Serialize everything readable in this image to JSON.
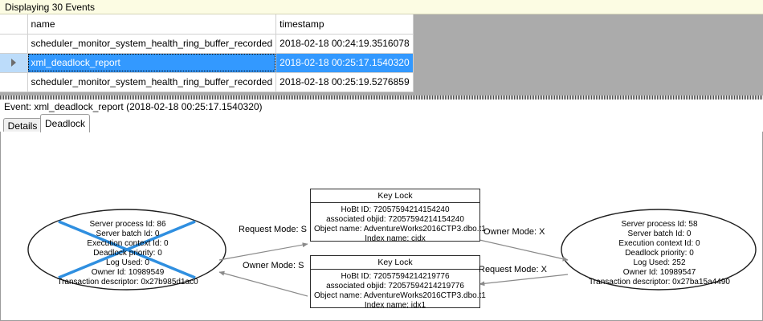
{
  "banner": {
    "text": "Displaying 30 Events"
  },
  "grid": {
    "columns": [
      "",
      "name",
      "timestamp"
    ],
    "rows": [
      {
        "selector": "",
        "name": "scheduler_monitor_system_health_ring_buffer_recorded",
        "timestamp": "2018-02-18 00:24:19.3516078",
        "selected": false
      },
      {
        "selector": "row-select-arrow",
        "name": "xml_deadlock_report",
        "timestamp": "2018-02-18 00:25:17.1540320",
        "selected": true
      },
      {
        "selector": "",
        "name": "scheduler_monitor_system_health_ring_buffer_recorded",
        "timestamp": "2018-02-18 00:25:19.5276859",
        "selected": false
      }
    ]
  },
  "event_title": "Event: xml_deadlock_report (2018-02-18 00:25:17.1540320)",
  "tabs": [
    {
      "label": "Details",
      "active": false
    },
    {
      "label": "Deadlock",
      "active": true
    }
  ],
  "deadlock": {
    "processes": [
      {
        "id": "process-left",
        "victim": true,
        "lines": [
          "Server process Id: 86",
          "Server batch Id: 0",
          "Execution context Id: 0",
          "Deadlock priority: 0",
          "Log Used: 0",
          "Owner Id: 10989549",
          "Transaction descriptor: 0x27b985d1ac0"
        ]
      },
      {
        "id": "process-right",
        "victim": false,
        "lines": [
          "Server process Id: 58",
          "Server batch Id: 0",
          "Execution context Id: 0",
          "Deadlock priority: 0",
          "Log Used: 252",
          "Owner Id: 10989547",
          "Transaction descriptor: 0x27ba15a4490"
        ]
      }
    ],
    "resources": [
      {
        "id": "keylock-top",
        "title": "Key Lock",
        "lines": [
          "HoBt ID: 72057594214154240",
          "associated objid: 72057594214154240",
          "Object name: AdventureWorks2016CTP3.dbo.t1",
          "Index name: cidx"
        ]
      },
      {
        "id": "keylock-bottom",
        "title": "Key Lock",
        "lines": [
          "HoBt ID: 72057594214219776",
          "associated objid: 72057594214219776",
          "Object name: AdventureWorks2016CTP3.dbo.t1",
          "Index name: idx1"
        ]
      }
    ],
    "edges": [
      {
        "id": "edge-left-request",
        "label": "Request Mode: S"
      },
      {
        "id": "edge-left-owner",
        "label": "Owner Mode: S"
      },
      {
        "id": "edge-right-owner",
        "label": "Owner Mode: X"
      },
      {
        "id": "edge-right-request",
        "label": "Request Mode: X"
      }
    ],
    "colors": {
      "victim_cross": "#2f8fe0",
      "node_outline": "#1e1e1e",
      "edge_line": "#808080"
    }
  }
}
